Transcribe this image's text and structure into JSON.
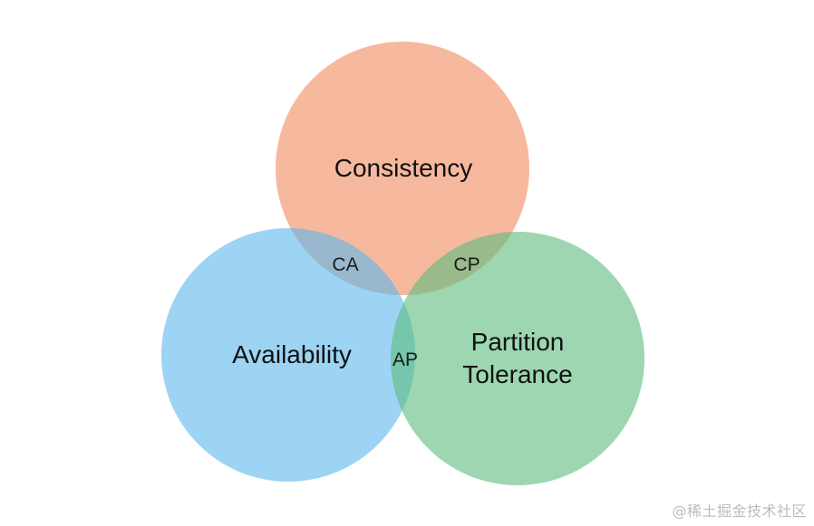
{
  "diagram": {
    "sets": [
      {
        "key": "consistency",
        "label": "Consistency",
        "color": "#f08a5d"
      },
      {
        "key": "availability",
        "label": "Availability",
        "color": "#5bb8ec"
      },
      {
        "key": "partition",
        "label_lines": [
          "Partition",
          "Tolerance"
        ],
        "color": "#5cba7d"
      }
    ],
    "intersections": {
      "ca": "CA",
      "cp": "CP",
      "ap": "AP"
    },
    "opacity": 0.6
  },
  "watermark": "@稀土掘金技术社区"
}
